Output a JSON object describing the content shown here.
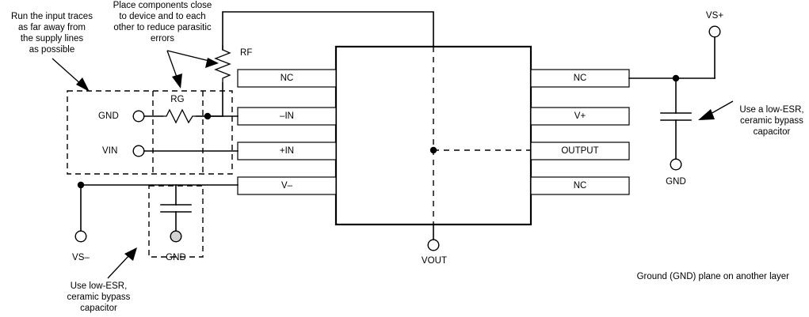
{
  "diagram": {
    "title": "Operational amplifier PCB layout recommendation schematic",
    "ic": {
      "left_pins": [
        "NC",
        "–IN",
        "+IN",
        "V–"
      ],
      "right_pins": [
        "NC",
        "V+",
        "OUTPUT",
        "NC"
      ]
    },
    "components": {
      "rf_label": "RF",
      "rg_label": "RG"
    },
    "terminals": {
      "gnd_input": "GND",
      "vin": "VIN",
      "vs_minus": "VS–",
      "gnd_bottom_left": "GND",
      "vout": "VOUT",
      "vs_plus": "VS+",
      "gnd_right": "GND"
    },
    "notes": {
      "input_traces": "Run the input traces\nas far away from\nthe supply lines\nas possible",
      "place_components": "Place components close\nto device and to each\nother to reduce parasitic\nerrors",
      "bypass_right": "Use a low-ESR,\nceramic bypass\ncapacitor",
      "bypass_left": "Use low-ESR,\nceramic bypass\ncapacitor",
      "ground_plane": "Ground (GND) plane on another layer"
    },
    "colors": {
      "line": "#000000",
      "background": "#ffffff",
      "terminal_fill": "#ffffff",
      "gnd_terminal_fill": "#d4d4d4"
    }
  }
}
